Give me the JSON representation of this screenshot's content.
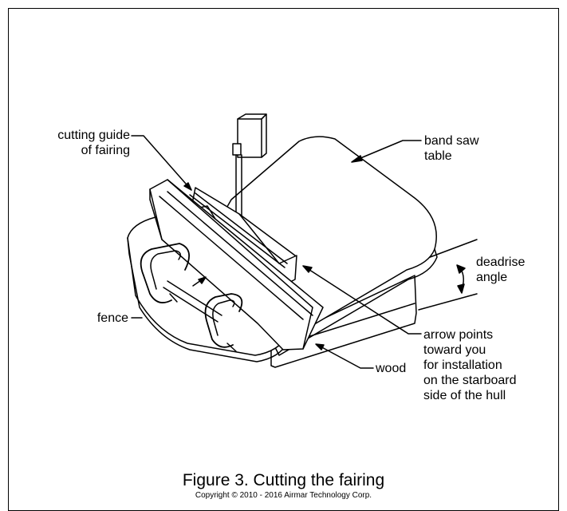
{
  "labels": {
    "cutting_guide_line1": "cutting guide",
    "cutting_guide_line2": "of fairing",
    "band_saw_line1": "band saw",
    "band_saw_line2": "table",
    "deadrise_line1": "deadrise",
    "deadrise_line2": "angle",
    "fence": "fence",
    "arrow_line1": "arrow points",
    "arrow_line2": "toward you",
    "arrow_line3": "for installation",
    "arrow_line4": "on the starboard",
    "arrow_line5": "side of the hull",
    "wood": "wood"
  },
  "caption": "Figure 3. Cutting the fairing",
  "copyright": "Copyright © 2010 - 2016 Airmar Technology Corp."
}
